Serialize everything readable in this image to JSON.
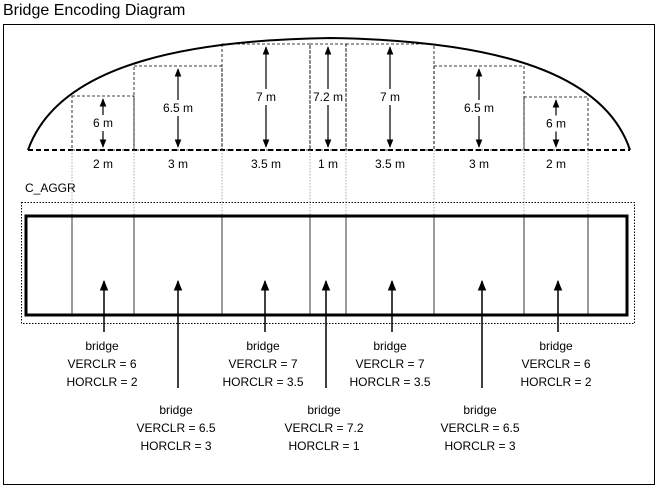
{
  "title": "Bridge Encoding Diagram",
  "aggregate_label": "C_AGGR",
  "spans": [
    {
      "height": "6 m",
      "width": "2 m",
      "feature": "bridge",
      "verclr": "VERCLR = 6",
      "horclr": "HORCLR = 2"
    },
    {
      "height": "6.5 m",
      "width": "3 m",
      "feature": "bridge",
      "verclr": "VERCLR = 6.5",
      "horclr": "HORCLR = 3"
    },
    {
      "height": "7 m",
      "width": "3.5 m",
      "feature": "bridge",
      "verclr": "VERCLR = 7",
      "horclr": "HORCLR = 3.5"
    },
    {
      "height": "7.2 m",
      "width": "1 m",
      "feature": "bridge",
      "verclr": "VERCLR = 7.2",
      "horclr": "HORCLR = 1"
    },
    {
      "height": "7 m",
      "width": "3.5 m",
      "feature": "bridge",
      "verclr": "VERCLR = 7",
      "horclr": "HORCLR = 3.5"
    },
    {
      "height": "6.5 m",
      "width": "3 m",
      "feature": "bridge",
      "verclr": "VERCLR = 6.5",
      "horclr": "HORCLR = 3"
    },
    {
      "height": "6 m",
      "width": "2 m",
      "feature": "bridge",
      "verclr": "VERCLR = 6",
      "horclr": "HORCLR = 2"
    }
  ]
}
